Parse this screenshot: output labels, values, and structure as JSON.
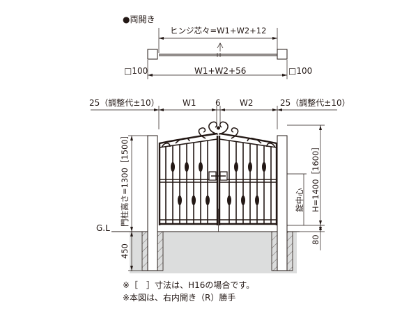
{
  "top_view": {
    "heading": "●両開き",
    "hinge_dim": "ヒンジ芯々=W1+W2+12",
    "overall_dim": "W1+W2+56",
    "post_left": "□100",
    "post_right": "□100"
  },
  "front_view": {
    "adj_left": "25（調整代±10）",
    "adj_right": "25（調整代±10）",
    "w1": "W1",
    "gap": "6",
    "w2": "W2",
    "gl": "G.L",
    "post_height": "門柱高さ=1300［1500］",
    "lock_center": "錠中心",
    "lock_height": "H=1400［1600］",
    "embed_depth": "450",
    "ground_gap": "80"
  },
  "notes": {
    "line1": "※［　］寸法は、H16の場合です。",
    "line2": "※本図は、右内開き（R）勝手"
  },
  "colors": {
    "ink": "#231815",
    "ground": "#dcdddd"
  }
}
